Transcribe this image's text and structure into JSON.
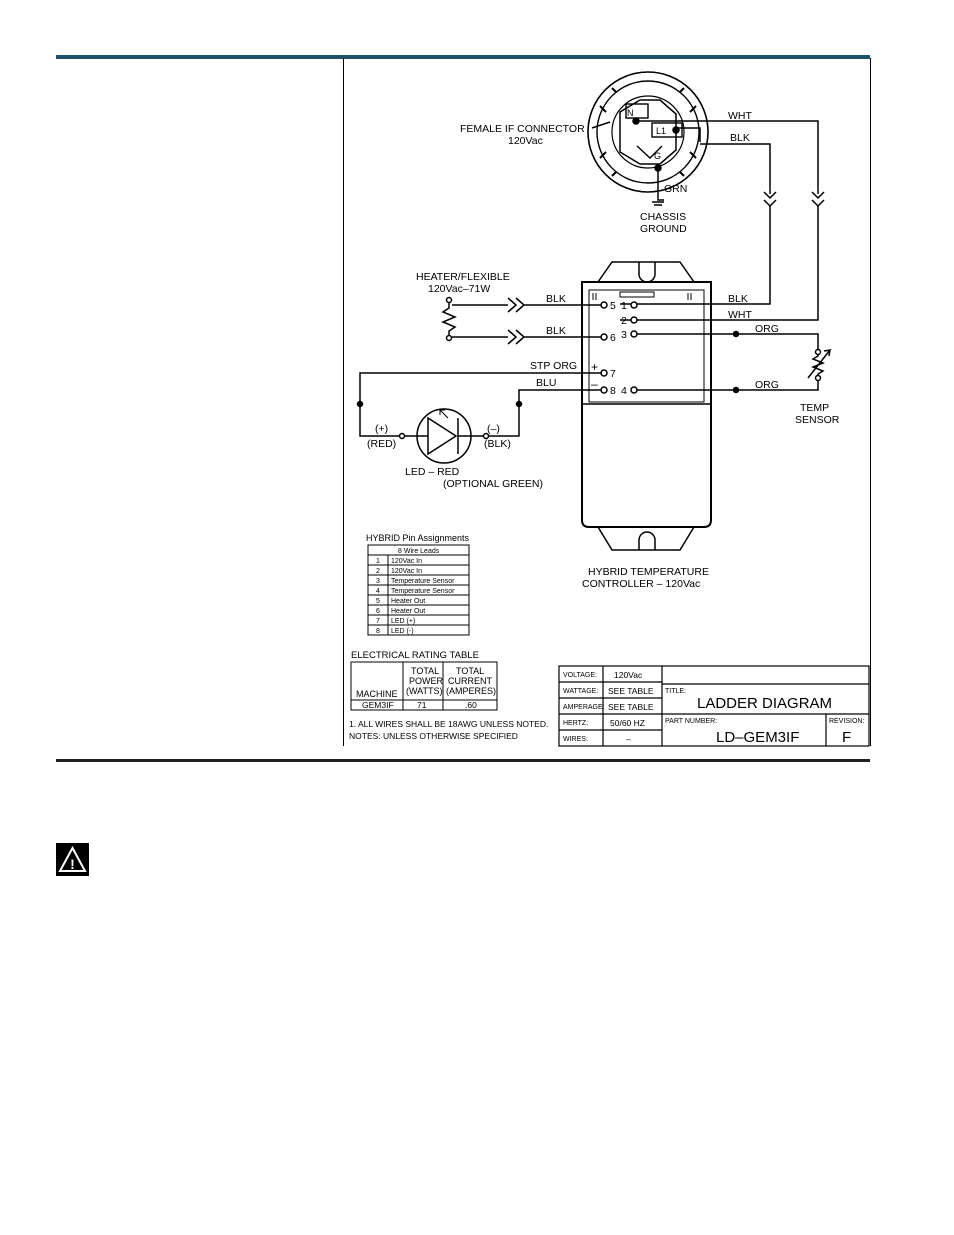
{
  "connector": {
    "label": [
      "FEMALE IF CONNECTOR",
      "120Vac"
    ],
    "pins": {
      "n": "N",
      "l1": "L1",
      "g": "G"
    },
    "ground_wire": "GRN",
    "ground_label": [
      "CHASSIS",
      "GROUND"
    ]
  },
  "wires": {
    "wht_top": "WHT",
    "blk_top": "BLK",
    "heater_blk1": "BLK",
    "heater_blk2": "BLK",
    "ctrl_blk": "BLK",
    "ctrl_wht": "WHT",
    "org1": "ORG",
    "org2": "ORG",
    "stp_org": "STP ORG",
    "blu": "BLU"
  },
  "heater": {
    "label": [
      "HEATER/FLEXIBLE",
      "120Vac–71W"
    ]
  },
  "controller": {
    "terminals": [
      "5",
      "1",
      "2",
      "6",
      "3",
      "7",
      "8",
      "4"
    ],
    "plus": "+",
    "minus": "–",
    "label": [
      "HYBRID  TEMPERATURE",
      "CONTROLLER  –  120Vac"
    ]
  },
  "sensor": {
    "label": [
      "TEMP",
      "SENSOR"
    ]
  },
  "led": {
    "plus": "(+)",
    "red": "(RED)",
    "minus": "(–)",
    "blk": "(BLK)",
    "label": [
      "LED  –  RED",
      "(OPTIONAL GREEN)"
    ]
  },
  "pin_table": {
    "title": "HYBRID Pin Assignments",
    "header": "8 Wire Leads",
    "rows": [
      {
        "pin": "1",
        "desc": "120Vac In"
      },
      {
        "pin": "2",
        "desc": "120Vac In"
      },
      {
        "pin": "3",
        "desc": "Temperature Sensor"
      },
      {
        "pin": "4",
        "desc": "Temperature Sensor"
      },
      {
        "pin": "5",
        "desc": "Heater Out"
      },
      {
        "pin": "6",
        "desc": "Heater Out"
      },
      {
        "pin": "7",
        "desc": "LED (+)"
      },
      {
        "pin": "8",
        "desc": "LED (-)"
      }
    ]
  },
  "rating_table": {
    "title": "ELECTRICAL  RATING  TABLE",
    "col_machine": "MACHINE",
    "col_power": [
      "TOTAL",
      "POWER",
      "(WATTS)"
    ],
    "col_current": [
      "TOTAL",
      "CURRENT",
      "(AMPERES)"
    ],
    "row": {
      "machine": "GEM3IF",
      "power": "71",
      "current": ".60"
    }
  },
  "notes": {
    "line1": "1. ALL WIRES SHALL BE 18AWG UNLESS NOTED.",
    "line2": "NOTES: UNLESS OTHERWISE SPECIFIED"
  },
  "title_block": {
    "voltage_label": "VOLTAGE:",
    "voltage": "120Vac",
    "wattage_label": "WATTAGE:",
    "wattage": "SEE TABLE",
    "amperage_label": "AMPERAGE:",
    "amperage": "SEE TABLE",
    "hertz_label": "HERTZ:",
    "hertz": "50/60 HZ",
    "wires_label": "WIRES:",
    "wires": "–",
    "title_label": "TITLE:",
    "title": "LADDER  DIAGRAM",
    "part_label": "PART NUMBER:",
    "part": "LD–GEM3IF",
    "revision_label": "REVISION:",
    "revision": "F"
  },
  "warning": {
    "glyph": "!"
  },
  "colors": {
    "rule_top": "#1e4f6b"
  }
}
